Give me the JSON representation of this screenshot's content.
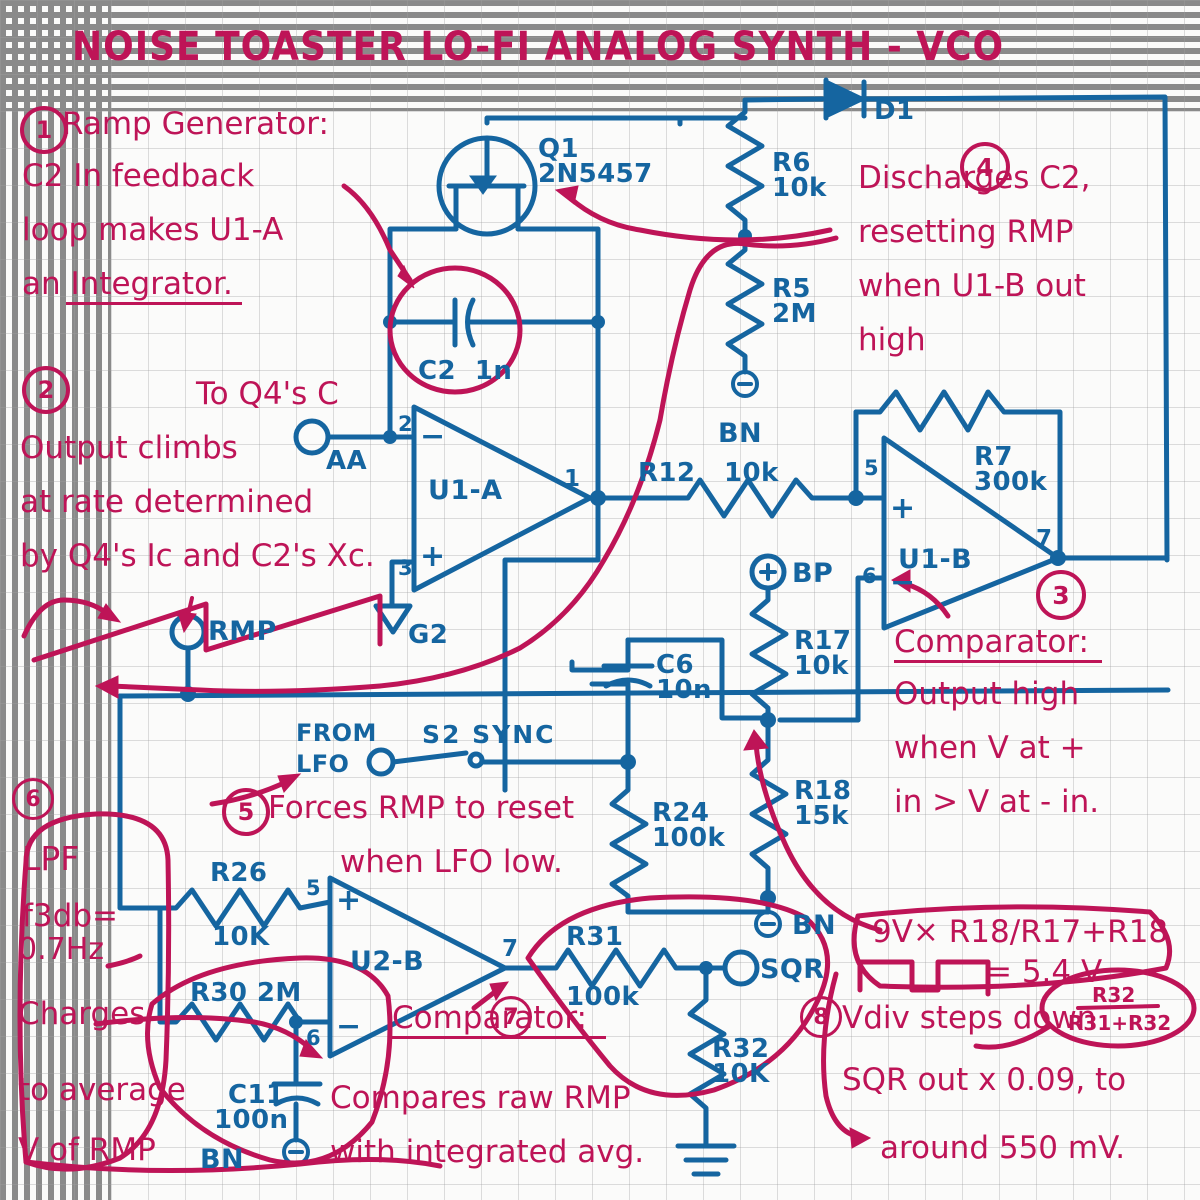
{
  "title": "NOISE TOASTER LO-FI ANALOG SYNTH - VCO",
  "colors": {
    "ink_blue": "#1565a0",
    "ink_magenta": "#be1457",
    "paper": "#fbfbfa",
    "grid": "#a0a0a0"
  },
  "callouts": [
    {
      "num": "1",
      "heading": "Ramp Generator:",
      "lines": [
        "Ramp Generator:",
        "C2 In feedback",
        "loop makes U1-A",
        "an Integrator."
      ]
    },
    {
      "num": "2",
      "lines": [
        "Output climbs",
        "at rate determined",
        "by Q4's Ic and C2's Xc."
      ]
    },
    {
      "num": "3",
      "heading": "Comparator:",
      "lines": [
        "Comparator:",
        "Output high",
        "when V at +",
        "in > V at - in."
      ]
    },
    {
      "num": "4",
      "lines": [
        "Discharges C2,",
        "resetting RMP",
        "when U1-B out",
        "high"
      ]
    },
    {
      "num": "5",
      "lines": [
        "Forces RMP to reset",
        "when LFO low."
      ]
    },
    {
      "num": "6",
      "heading": "LPF",
      "lines": [
        "LPF",
        "f3db=",
        "0.7Hz",
        "Charges",
        "to average",
        "V of RMP"
      ]
    },
    {
      "num": "7",
      "heading": "Comparator:",
      "lines": [
        "Comparator:",
        "Compares raw RMP",
        "with integrated avg."
      ]
    },
    {
      "num": "8",
      "lines": [
        "Vdiv steps down",
        "SQR out x 0.09, to",
        "around 550 mV."
      ]
    }
  ],
  "notes": {
    "to_q4_c": "To Q4's C",
    "formula_bias": "9V× R18/R17+R18",
    "formula_bias_result": "= 5.4 V",
    "divider_num": "R32",
    "divider_den": "R31+R32"
  },
  "components": [
    {
      "ref": "Q1",
      "value": "2N5457",
      "type": "jfet"
    },
    {
      "ref": "D1",
      "value": "",
      "type": "diode"
    },
    {
      "ref": "R6",
      "value": "10k",
      "type": "resistor"
    },
    {
      "ref": "R5",
      "value": "2M",
      "type": "resistor"
    },
    {
      "ref": "C2",
      "value": "1n",
      "type": "capacitor"
    },
    {
      "ref": "R12",
      "value": "10k",
      "type": "resistor"
    },
    {
      "ref": "R7",
      "value": "300k",
      "type": "resistor"
    },
    {
      "ref": "R17",
      "value": "10k",
      "type": "resistor"
    },
    {
      "ref": "R18",
      "value": "15k",
      "type": "resistor"
    },
    {
      "ref": "C6",
      "value": "10n",
      "type": "capacitor"
    },
    {
      "ref": "R24",
      "value": "100k",
      "type": "resistor"
    },
    {
      "ref": "R26",
      "value": "10K",
      "type": "resistor"
    },
    {
      "ref": "R30",
      "value": "2M",
      "type": "resistor"
    },
    {
      "ref": "C11",
      "value": "100n",
      "type": "capacitor"
    },
    {
      "ref": "R31",
      "value": "100k",
      "type": "resistor"
    },
    {
      "ref": "R32",
      "value": "10K",
      "type": "resistor"
    }
  ],
  "ics": [
    {
      "ref": "U1-A",
      "pins": [
        "2",
        "3",
        "1"
      ]
    },
    {
      "ref": "U1-B",
      "pins": [
        "5",
        "6",
        "7"
      ]
    },
    {
      "ref": "U2-B",
      "pins": [
        "5",
        "6",
        "7"
      ]
    }
  ],
  "nets": [
    {
      "name": "AA",
      "kind": "test-point"
    },
    {
      "name": "RMP",
      "kind": "test-point"
    },
    {
      "name": "SQR",
      "kind": "test-point"
    },
    {
      "name": "BN",
      "kind": "supply-negative"
    },
    {
      "name": "BP",
      "kind": "supply-positive"
    },
    {
      "name": "G2",
      "kind": "ground"
    }
  ],
  "labels": {
    "q1_ref": "Q1",
    "q1_val": "2N5457",
    "d1": "D1",
    "r6_ref": "R6",
    "r6_val": "10k",
    "r5_ref": "R5",
    "r5_val": "2M",
    "c2": "C2  1n",
    "u1a": "U1-A",
    "u1a_p2": "2",
    "u1a_p3": "3",
    "u1a_p1": "1",
    "g2": "G2",
    "aa": "AA",
    "rmp": "RMP",
    "bn_top": "BN",
    "r12_ref": "R12",
    "r12_val": "10k",
    "r7_ref": "R7",
    "r7_val": "300k",
    "u1b": "U1-B",
    "u1b_p5": "5",
    "u1b_p6": "6",
    "u1b_p7": "7",
    "bp": "BP",
    "r17_ref": "R17",
    "r17_val": "10k",
    "r18_ref": "R18",
    "r18_val": "15k",
    "c6_ref": "C6",
    "c6_val": "10n",
    "r24_ref": "R24",
    "r24_val": "100k",
    "from_lfo": "FROM\nLFO",
    "s2_sync": "S2 SYNC",
    "r26_ref": "R26",
    "r26_val": "10K",
    "r30": "R30 2M",
    "c11_ref": "C11",
    "c11_val": "100n",
    "bn_mid": "BN",
    "bn_right": "BN",
    "u2b": "U2-B",
    "u2b_p5": "5",
    "u2b_p6": "6",
    "u2b_p7": "7",
    "r31_ref": "R31",
    "r31_val": "100k",
    "r32_ref": "R32",
    "r32_val": "10K",
    "sqr": "SQR"
  }
}
